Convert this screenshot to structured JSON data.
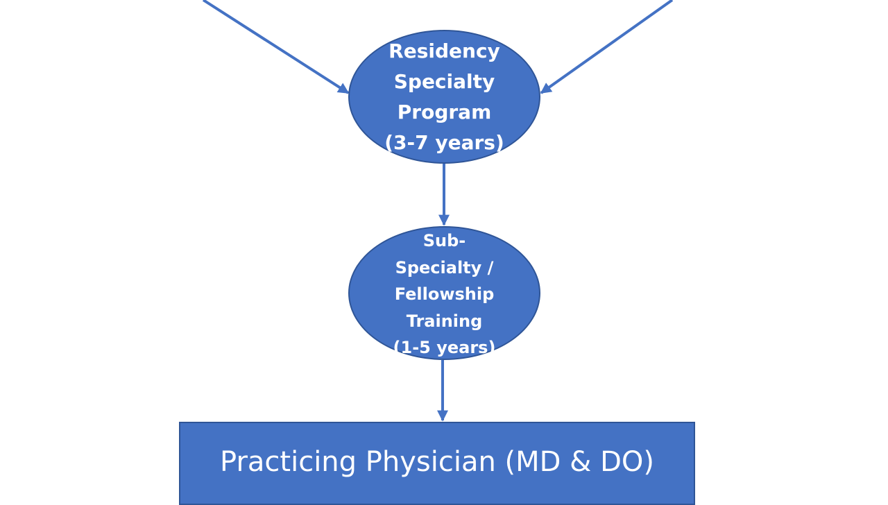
{
  "diagram": {
    "nodes": [
      {
        "id": "residency",
        "shape": "ellipse",
        "lines": [
          "Residency",
          "Specialty",
          "Program",
          "(3-7 years)"
        ]
      },
      {
        "id": "fellowship",
        "shape": "ellipse",
        "lines": [
          "Sub-",
          "Specialty /",
          "Fellowship",
          "Training",
          "(1-5 years)"
        ]
      },
      {
        "id": "physician",
        "shape": "rectangle",
        "label": "Practicing Physician (MD & DO)"
      }
    ],
    "edges": [
      {
        "from": "offscreen-left",
        "to": "residency"
      },
      {
        "from": "offscreen-right",
        "to": "residency"
      },
      {
        "from": "residency",
        "to": "fellowship"
      },
      {
        "from": "fellowship",
        "to": "physician"
      }
    ],
    "colors": {
      "node_fill": "#4472c4",
      "node_border": "#2f5597",
      "node_text": "#ffffff",
      "arrow": "#4472c4",
      "background": "#ffffff"
    }
  }
}
